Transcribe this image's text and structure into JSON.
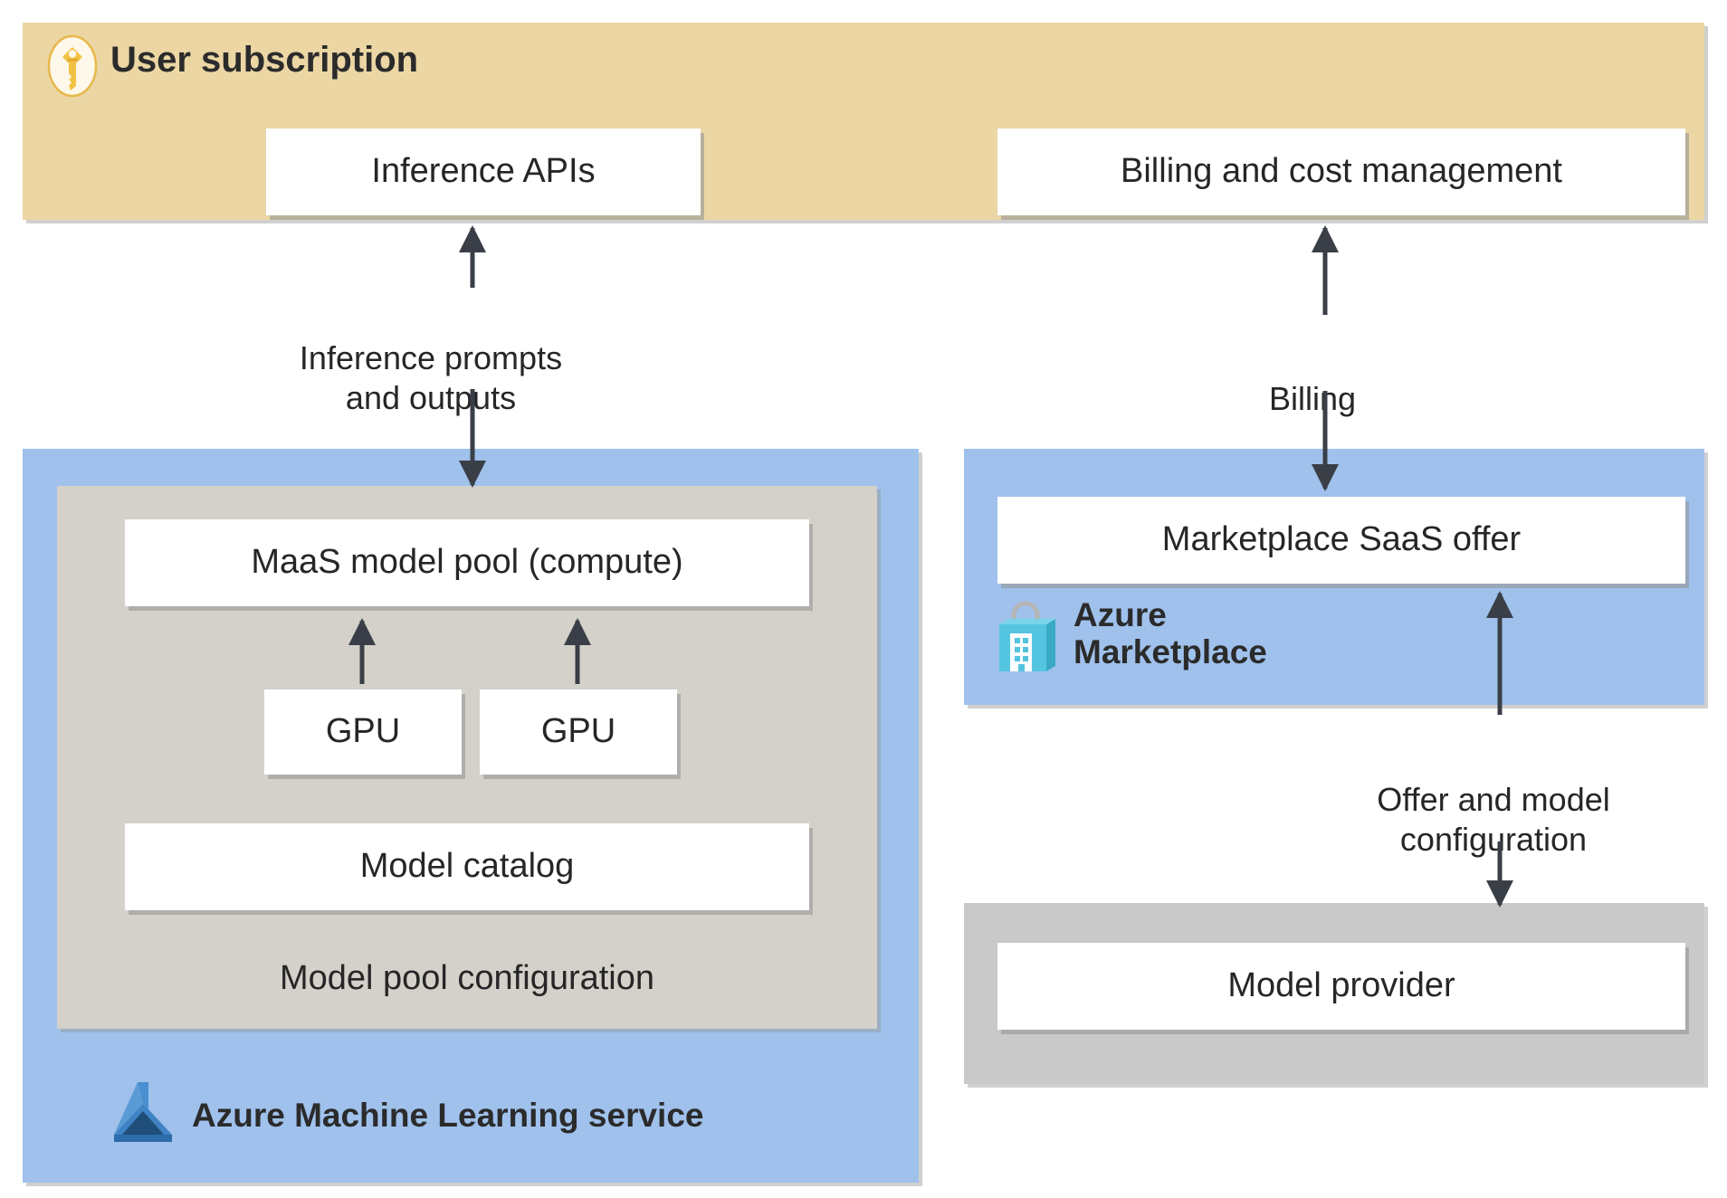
{
  "diagram": {
    "title": "Models as a Service (MaaS) architecture",
    "colors": {
      "user_subscription_zone": "#ebd6a4",
      "azure_service_zone": "#9fc1ec",
      "model_pool_zone": "#d4d1ca",
      "model_provider_zone": "#c9c9c9",
      "node_fill": "#ffffff",
      "arrow": "#3a3f47",
      "text": "#262626"
    }
  },
  "zones": {
    "user_subscription": {
      "label": "User subscription",
      "icon": "key-icon",
      "nodes": [
        {
          "label": "Inference APIs"
        },
        {
          "label": "Billing and cost management"
        }
      ]
    },
    "azure_machine_learning": {
      "label": "Azure Machine Learning service",
      "icon": "azure-machine-learning-icon",
      "inner": {
        "label": "Model pool configuration",
        "nodes": [
          {
            "label": "MaaS model pool (compute)"
          },
          {
            "label": "GPU"
          },
          {
            "label": "GPU"
          },
          {
            "label": "Model catalog"
          }
        ]
      }
    },
    "azure_marketplace": {
      "label": "Azure\nMarketplace",
      "icon": "azure-marketplace-icon",
      "nodes": [
        {
          "label": "Marketplace SaaS offer"
        }
      ]
    },
    "model_provider": {
      "nodes": [
        {
          "label": "Model provider"
        }
      ]
    }
  },
  "edges": [
    {
      "label": "Inference prompts\nand outputs",
      "from": "MaaS model pool (compute)",
      "to": "Inference APIs",
      "direction": "bidirectional"
    },
    {
      "label": "Billing",
      "from": "Marketplace SaaS offer",
      "to": "Billing and cost management",
      "direction": "bidirectional"
    },
    {
      "label": "Offer and model\nconfiguration",
      "from": "Model provider",
      "to": "Marketplace SaaS offer",
      "direction": "bidirectional"
    },
    {
      "label": "",
      "from": "GPU",
      "to": "MaaS model pool (compute)",
      "direction": "up"
    },
    {
      "label": "",
      "from": "GPU",
      "to": "MaaS model pool (compute)",
      "direction": "up"
    }
  ]
}
